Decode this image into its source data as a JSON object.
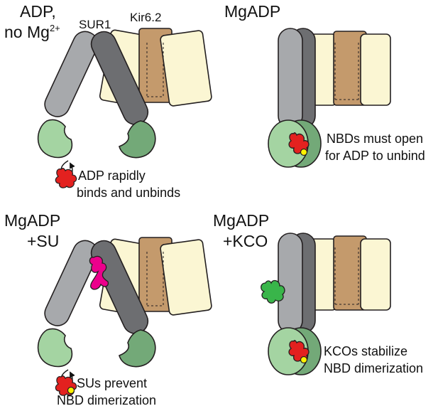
{
  "colors": {
    "sur1_light": "#a7a9ac",
    "sur1_dark": "#6d6e71",
    "kir_light": "#fbf6d3",
    "kir_dark": "#c49a6c",
    "nbd_light": "#a4d4a2",
    "nbd_dark": "#73a978",
    "adp_red": "#e3211f",
    "mg_yellow": "#fff200",
    "su_magenta": "#ec008c",
    "kco_green": "#39b54a"
  },
  "panels": {
    "a": {
      "condition_line1": "ADP,",
      "condition_line2_prefix": "no Mg",
      "condition_line2_sup": "2+",
      "sur1_label": "SUR1",
      "kir_label": "Kir6.2",
      "note_line1": "ADP rapidly",
      "note_line2": "binds and unbinds"
    },
    "b": {
      "condition_line1": "MgADP",
      "note_line1": "NBDs must open",
      "note_line2": "for ADP to unbind"
    },
    "c": {
      "condition_line1": "MgADP",
      "condition_line2": "+SU",
      "note_line1": "SUs prevent",
      "note_line2": "NBD dimerization"
    },
    "d": {
      "condition_line1": "MgADP",
      "condition_line2": "+KCO",
      "note_line1": "KCOs stabilize",
      "note_line2": "NBD dimerization"
    }
  }
}
